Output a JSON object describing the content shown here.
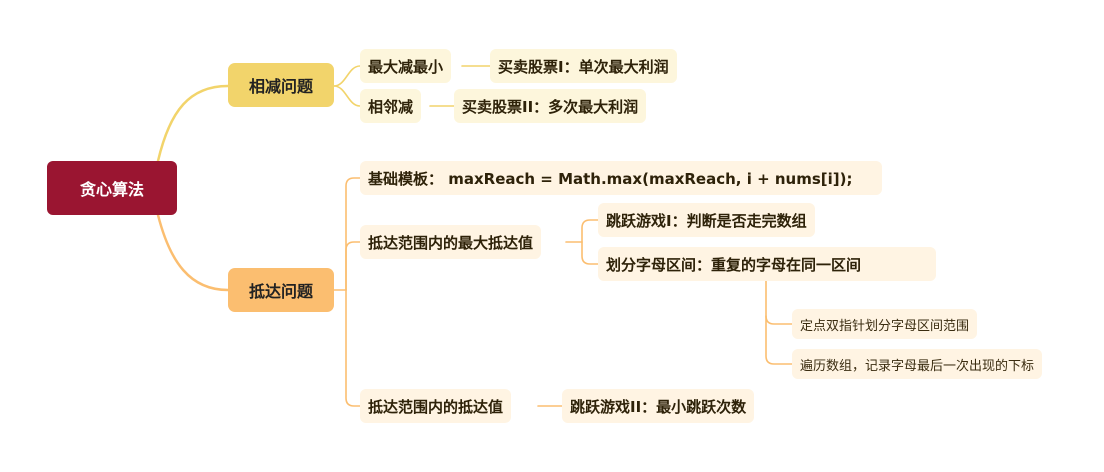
{
  "root": {
    "label": "贪心算法"
  },
  "branches": [
    {
      "label": "相减问题",
      "color": "#f2d46b",
      "children": [
        {
          "label": "最大减最小",
          "children": [
            {
              "label": "买卖股票I：单次最大利润"
            }
          ]
        },
        {
          "label": "相邻减",
          "children": [
            {
              "label": "买卖股票II：多次最大利润"
            }
          ]
        }
      ]
    },
    {
      "label": "抵达问题",
      "color": "#fbbe70",
      "children": [
        {
          "label": "基础模板：  maxReach = Math.max(maxReach, i + nums[i]);"
        },
        {
          "label": "抵达范围内的最大抵达值",
          "children": [
            {
              "label": "跳跃游戏I：判断是否走完数组"
            },
            {
              "label": "划分字母区间：重复的字母在同一区间",
              "children": [
                {
                  "label": "定点双指针划分字母区间范围"
                },
                {
                  "label": "遍历数组，记录字母最后一次出现的下标"
                }
              ]
            }
          ]
        },
        {
          "label": "抵达范围内的抵达值",
          "children": [
            {
              "label": "跳跃游戏II：最小跳跃次数"
            }
          ]
        }
      ]
    }
  ],
  "colors": {
    "root": "#9a1531",
    "branch_a": "#f2d46b",
    "branch_b": "#fbbe70",
    "leaf": "#fff4e3"
  }
}
